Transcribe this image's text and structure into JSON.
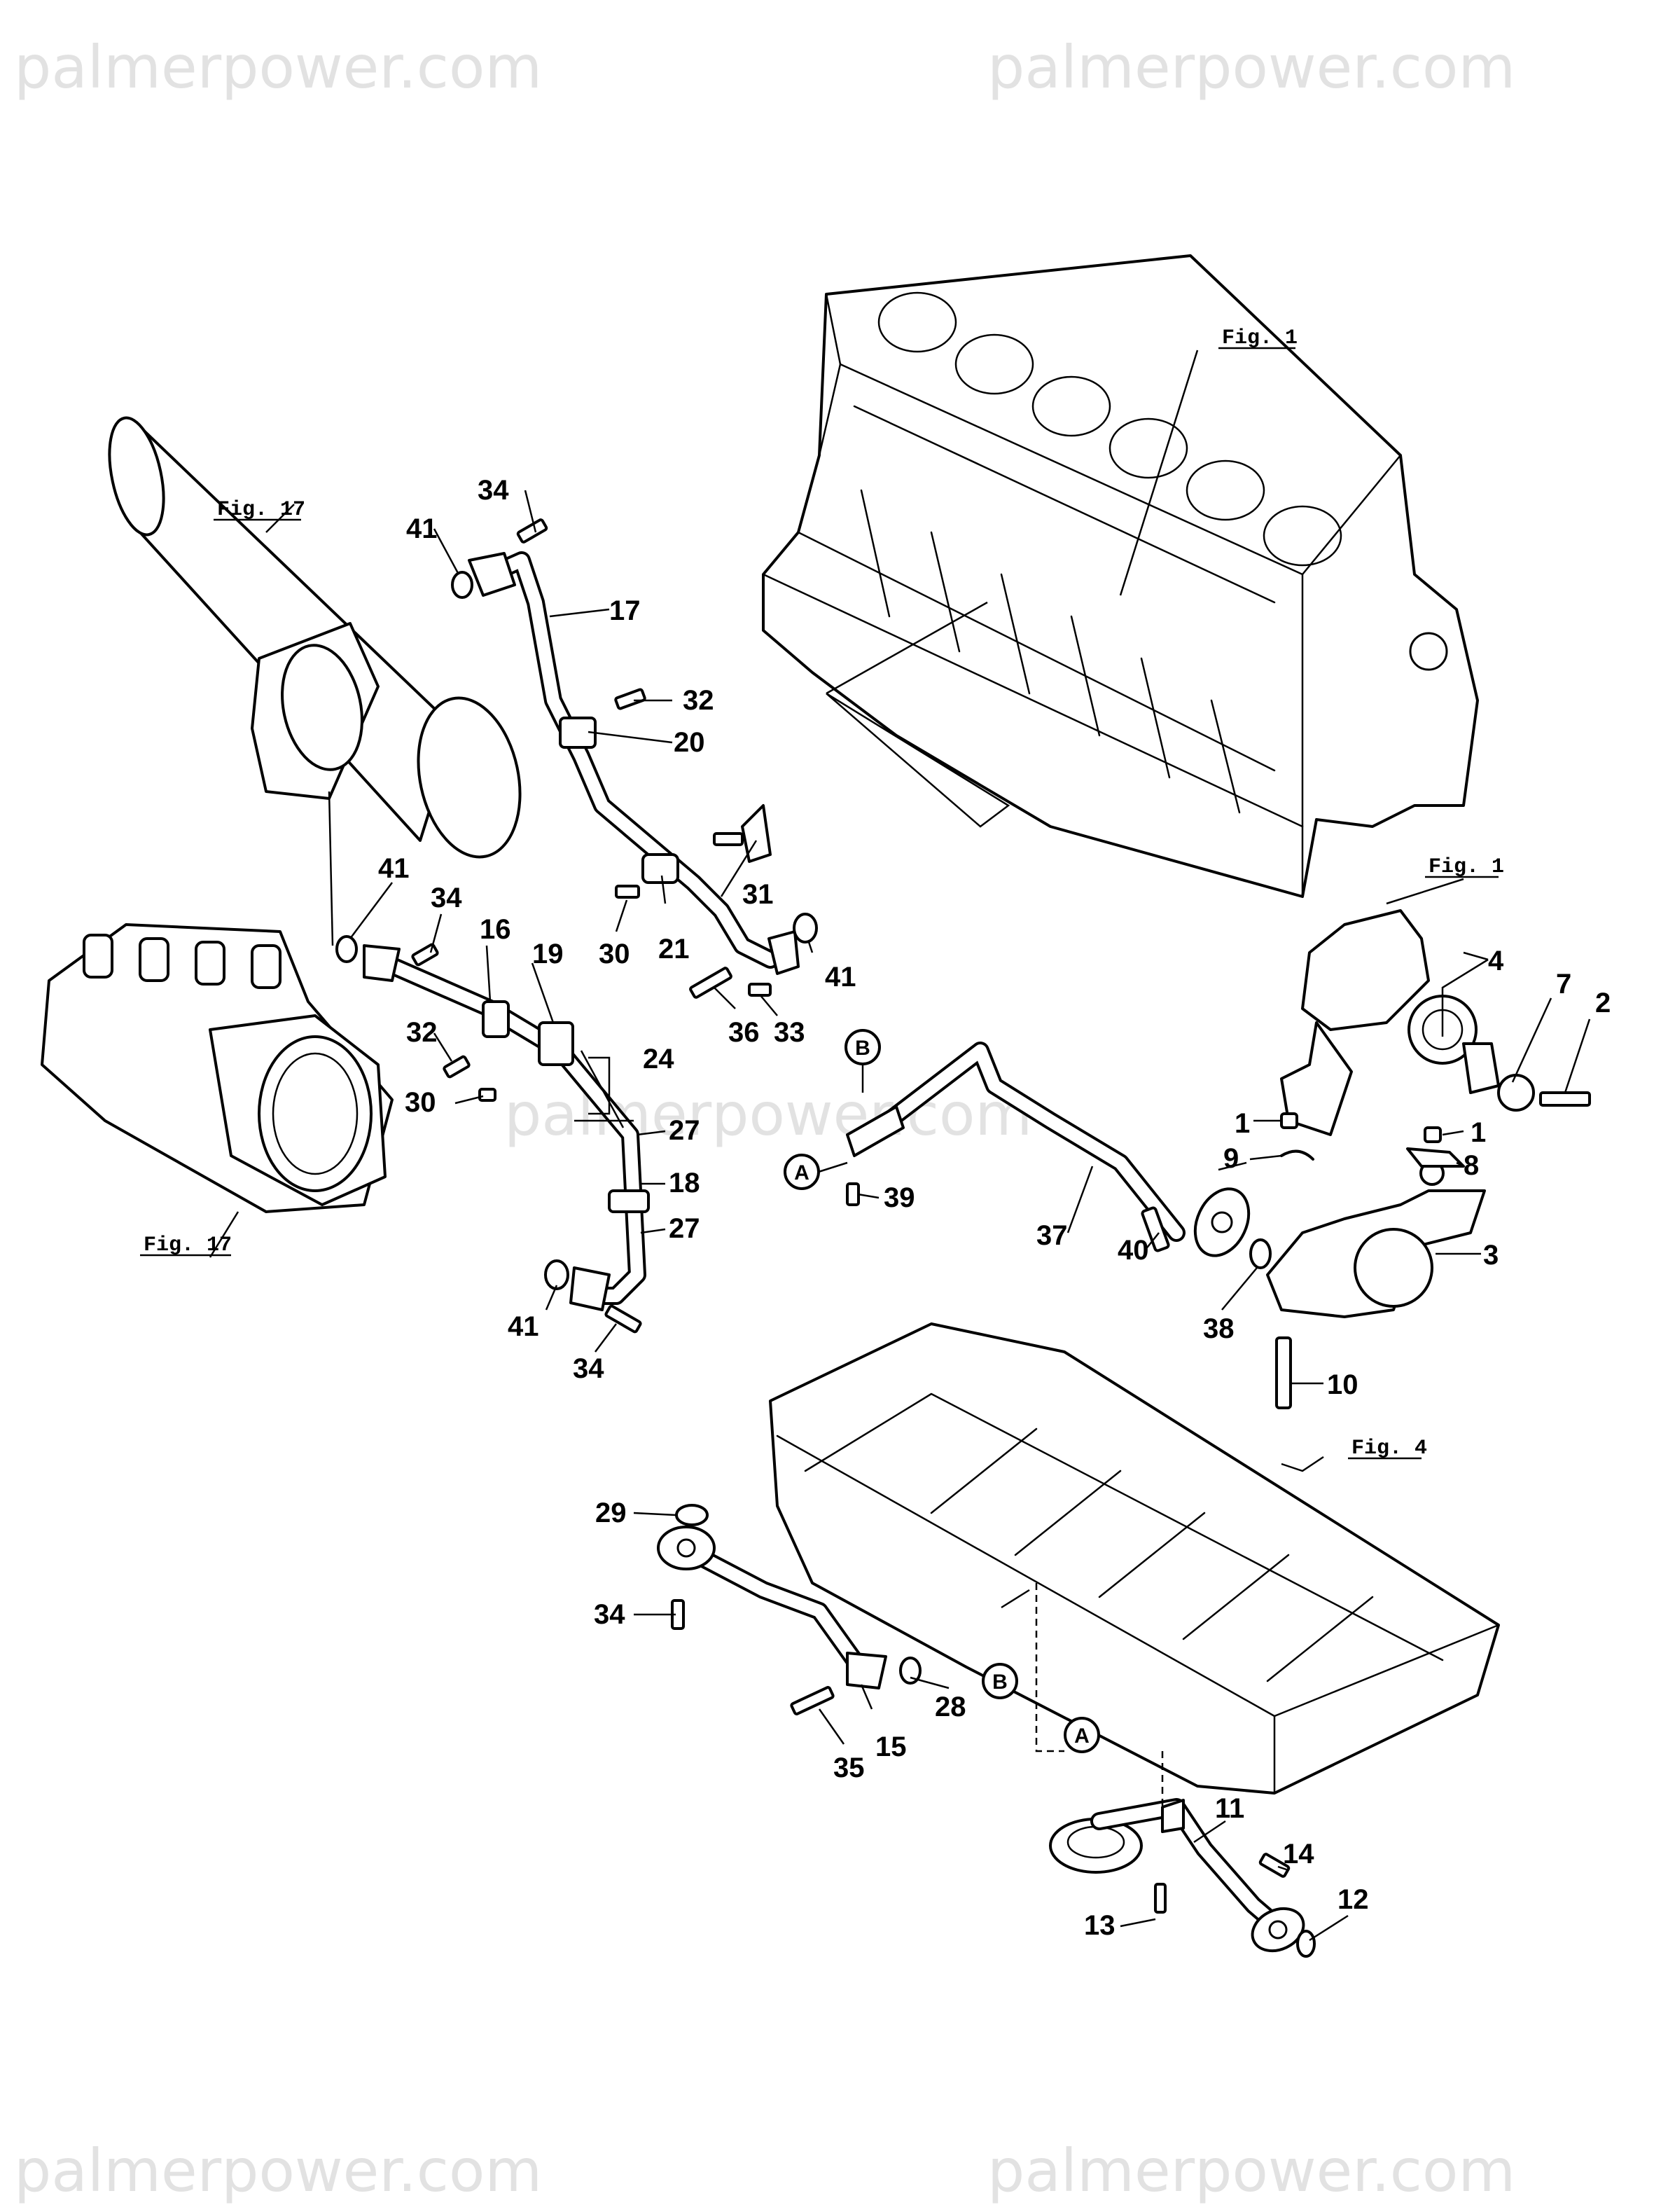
{
  "watermark": "palmerpower.com",
  "figure_refs": {
    "block_top": "Fig. 1",
    "block_rear": "Fig. 1",
    "filter": "Fig. 17",
    "fuel_pump": "Fig. 17",
    "oil_pan": "Fig. 4"
  },
  "connectors": {
    "a": "A",
    "b": "B"
  },
  "callouts": [
    {
      "id": "c1",
      "label": "1"
    },
    {
      "id": "c1b",
      "label": "1"
    },
    {
      "id": "c2",
      "label": "2"
    },
    {
      "id": "c3",
      "label": "3"
    },
    {
      "id": "c4",
      "label": "4"
    },
    {
      "id": "c7",
      "label": "7"
    },
    {
      "id": "c8",
      "label": "8"
    },
    {
      "id": "c9",
      "label": "9"
    },
    {
      "id": "c10",
      "label": "10"
    },
    {
      "id": "c11",
      "label": "11"
    },
    {
      "id": "c12",
      "label": "12"
    },
    {
      "id": "c13",
      "label": "13"
    },
    {
      "id": "c14",
      "label": "14"
    },
    {
      "id": "c15",
      "label": "15"
    },
    {
      "id": "c16",
      "label": "16"
    },
    {
      "id": "c17",
      "label": "17"
    },
    {
      "id": "c18",
      "label": "18"
    },
    {
      "id": "c19",
      "label": "19"
    },
    {
      "id": "c20",
      "label": "20"
    },
    {
      "id": "c21",
      "label": "21"
    },
    {
      "id": "c24",
      "label": "24"
    },
    {
      "id": "c27a",
      "label": "27"
    },
    {
      "id": "c27b",
      "label": "27"
    },
    {
      "id": "c28",
      "label": "28"
    },
    {
      "id": "c29",
      "label": "29"
    },
    {
      "id": "c30a",
      "label": "30"
    },
    {
      "id": "c30b",
      "label": "30"
    },
    {
      "id": "c31",
      "label": "31"
    },
    {
      "id": "c32a",
      "label": "32"
    },
    {
      "id": "c32b",
      "label": "32"
    },
    {
      "id": "c33",
      "label": "33"
    },
    {
      "id": "c34a",
      "label": "34"
    },
    {
      "id": "c34b",
      "label": "34"
    },
    {
      "id": "c34c",
      "label": "34"
    },
    {
      "id": "c34d",
      "label": "34"
    },
    {
      "id": "c35",
      "label": "35"
    },
    {
      "id": "c36",
      "label": "36"
    },
    {
      "id": "c37",
      "label": "37"
    },
    {
      "id": "c38",
      "label": "38"
    },
    {
      "id": "c39",
      "label": "39"
    },
    {
      "id": "c40",
      "label": "40"
    },
    {
      "id": "c41a",
      "label": "41"
    },
    {
      "id": "c41b",
      "label": "41"
    },
    {
      "id": "c41c",
      "label": "41"
    },
    {
      "id": "c41d",
      "label": "41"
    }
  ]
}
